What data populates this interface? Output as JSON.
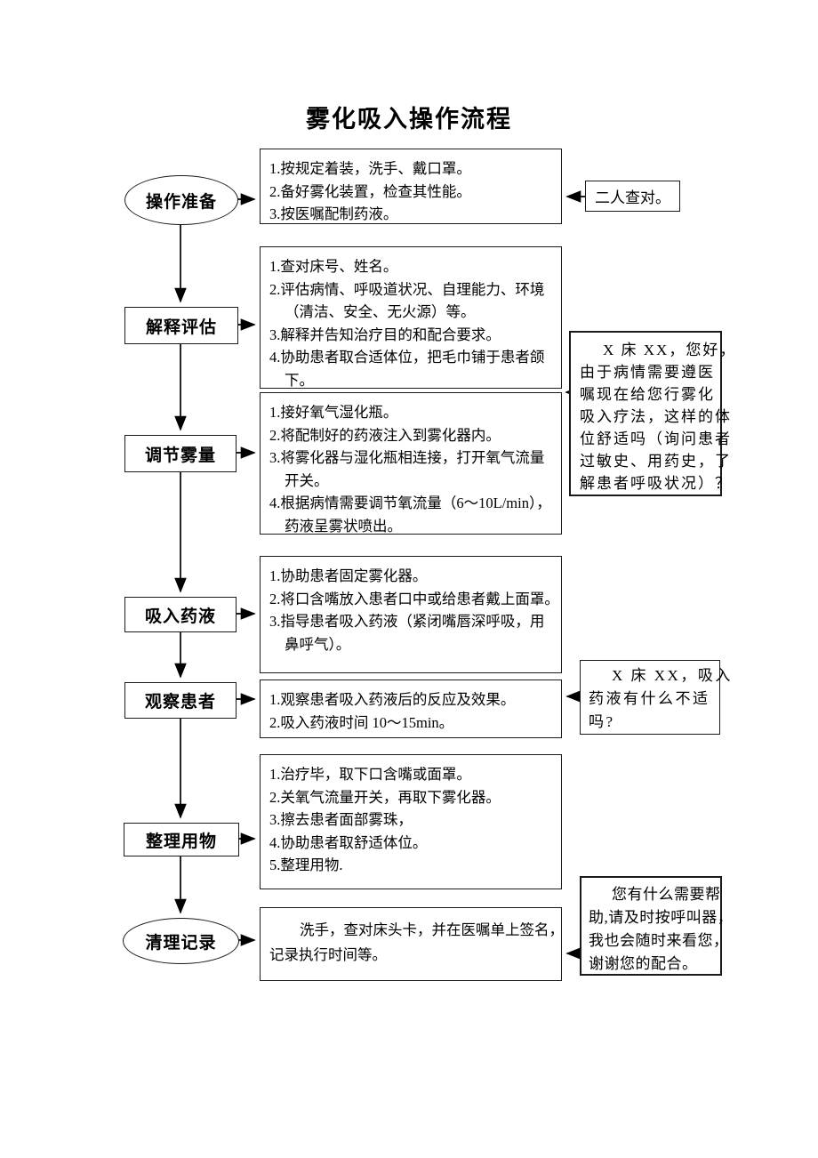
{
  "page": {
    "title": "雾化吸入操作流程",
    "background_color": "#ffffff",
    "line_color": "#000000"
  },
  "flow_nodes": [
    {
      "id": "prepare",
      "shape": "ellipse",
      "label": "操作准备"
    },
    {
      "id": "explain",
      "shape": "rect",
      "label": "解释评估"
    },
    {
      "id": "adjust",
      "shape": "rect",
      "label": "调节雾量"
    },
    {
      "id": "inhale",
      "shape": "rect",
      "label": "吸入药液"
    },
    {
      "id": "observe",
      "shape": "rect",
      "label": "观察患者"
    },
    {
      "id": "tidy",
      "shape": "rect",
      "label": "整理用物"
    },
    {
      "id": "record",
      "shape": "ellipse",
      "label": "清理记录"
    }
  ],
  "step_boxes": [
    {
      "for": "操作准备",
      "lines": [
        "1.按规定着装，洗手、戴口罩。",
        "2.备好雾化装置，检查其性能。",
        "3.按医嘱配制药液。"
      ]
    },
    {
      "for": "解释评估",
      "lines": [
        "1.查对床号、姓名。",
        "2.评估病情、呼吸道状况、自理能力、环境",
        "（清洁、安全、无火源）等。",
        "3.解释并告知治疗目的和配合要求。",
        "4.协助患者取合适体位，把毛巾铺于患者颌",
        "下。"
      ]
    },
    {
      "for": "调节雾量",
      "lines": [
        "1.接好氧气湿化瓶。",
        "2.将配制好的药液注入到雾化器内。",
        "3.将雾化器与湿化瓶相连接，打开氧气流量",
        "开关。",
        "4.根据病情需要调节氧流量（6～10L/min），",
        "药液呈雾状喷出。"
      ]
    },
    {
      "for": "吸入药液",
      "lines": [
        "1.协助患者固定雾化器。",
        "2.将口含嘴放入患者口中或给患者戴上面罩。",
        "3.指导患者吸入药液（紧闭嘴唇深呼吸，用",
        "鼻呼气）。"
      ]
    },
    {
      "for": "观察患者",
      "lines": [
        "1.观察患者吸入药液后的反应及效果。",
        "2.吸入药液时间 10～15min。"
      ]
    },
    {
      "for": "整理用物",
      "lines": [
        "1.治疗毕，取下口含嘴或面罩。",
        "2.关氧气流量开关，再取下雾化器。",
        "3.擦去患者面部雾珠，",
        "4.协助患者取舒适体位。",
        "5.整理用物."
      ]
    },
    {
      "for": "清理记录",
      "lines": [
        "洗手，查对床头卡，并在医嘱单上签名，",
        "记录执行时间等。"
      ]
    }
  ],
  "side_notes": [
    {
      "for": "操作准备",
      "lines": [
        "二人查对。"
      ]
    },
    {
      "for": "调节雾量",
      "lines": [
        "X 床 XX，您好，",
        "由于病情需要遵医",
        "嘱现在给您行雾化",
        "吸入疗法，这样的体",
        "位舒适吗（询问患者",
        "过敏史、用药史，了",
        "解患者呼吸状况）？"
      ]
    },
    {
      "for": "观察患者",
      "lines": [
        "X 床 XX，吸入",
        "药液有什么不适",
        "吗?"
      ]
    },
    {
      "for": "清理记录",
      "lines": [
        "您有什么需要帮",
        "助,请及时按呼叫器，",
        "我也会随时来看您，",
        "谢谢您的配合。"
      ]
    }
  ]
}
